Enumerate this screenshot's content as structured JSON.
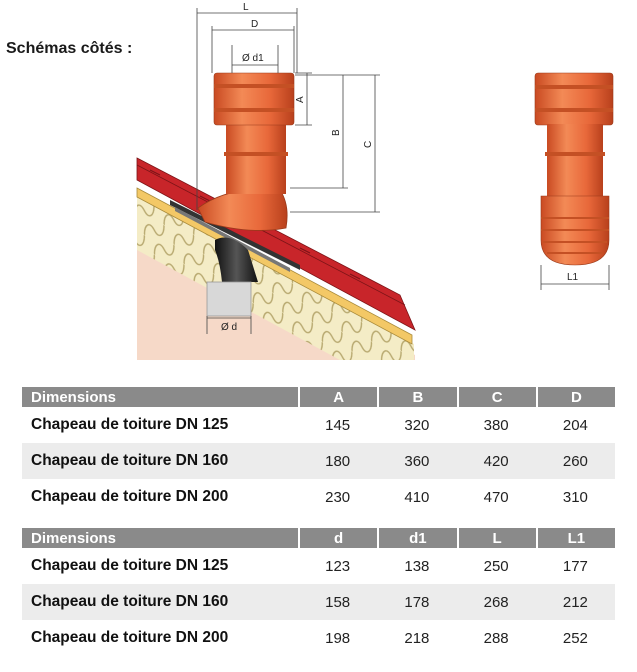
{
  "heading": "Schémas côtés :",
  "diagram_labels": {
    "L": "L",
    "D": "D",
    "d1": "Ø d1",
    "A": "A",
    "B": "B",
    "C": "C",
    "d": "Ø d",
    "L1": "L1"
  },
  "table1": {
    "headers": [
      "Dimensions",
      "A",
      "B",
      "C",
      "D"
    ],
    "rows": [
      {
        "name": "Chapeau de toiture DN 125",
        "values": [
          "145",
          "320",
          "380",
          "204"
        ]
      },
      {
        "name": "Chapeau de toiture DN 160",
        "values": [
          "180",
          "360",
          "420",
          "260"
        ]
      },
      {
        "name": "Chapeau de toiture DN 200",
        "values": [
          "230",
          "410",
          "470",
          "310"
        ]
      }
    ]
  },
  "table2": {
    "headers": [
      "Dimensions",
      "d",
      "d1",
      "L",
      "L1"
    ],
    "rows": [
      {
        "name": "Chapeau de toiture DN 125",
        "values": [
          "123",
          "138",
          "250",
          "177"
        ]
      },
      {
        "name": "Chapeau de toiture DN 160",
        "values": [
          "158",
          "178",
          "268",
          "212"
        ]
      },
      {
        "name": "Chapeau de toiture DN 200",
        "values": [
          "198",
          "218",
          "288",
          "252"
        ]
      }
    ]
  },
  "colors": {
    "pipe_orange": "#e8683a",
    "header_gray": "#8a8a8a",
    "row_shade": "#ececec",
    "roof_red": "#c8252a"
  }
}
